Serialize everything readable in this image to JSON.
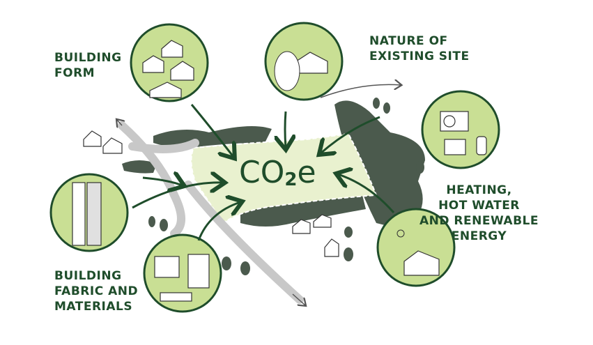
{
  "center": {
    "main": "CO",
    "sub": "2",
    "suffix": "e"
  },
  "labels": {
    "building_form": "BUILDING\nFORM",
    "nature_site": "NATURE OF\nEXISTING SITE",
    "heating": "HEATING,\nHOT WATER\nAND RENEWABLE\nENERGY",
    "fabric": "BUILDING\nFABRIC AND\nMATERIALS"
  },
  "colors": {
    "dark": "#1f4d2b",
    "circle": "#c9df94",
    "field": "#e9f1cf",
    "forest": "#4b5a4d",
    "road": "#c8c8c8"
  }
}
